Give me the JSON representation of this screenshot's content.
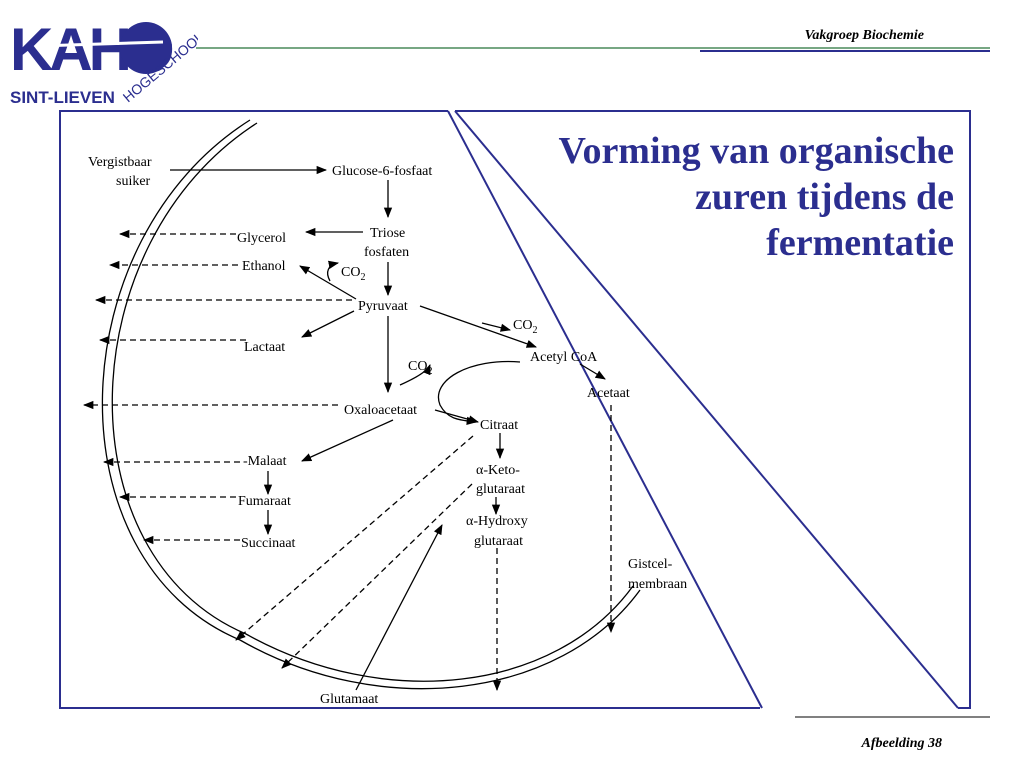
{
  "header": {
    "logo_top": "KAHO",
    "logo_name": "SINT-LIEVEN",
    "logo_school": "HOGESCHOOL",
    "department": "Vakgroep Biochemie"
  },
  "slide": {
    "title_line1": "Vorming van organische",
    "title_line2": "zuren tijdens de",
    "title_line3": "fermentatie",
    "caption": "Afbeelding  38"
  },
  "diagram": {
    "vergistbaar": "Vergistbaar",
    "suiker": "suiker",
    "glucose6p": "Glucose-6-fosfaat",
    "triose": "Triose",
    "fosfaten": "fosfaten",
    "glycerol": "Glycerol",
    "ethanol": "Ethanol",
    "pyruvaat": "Pyruvaat",
    "lactaat": "Lactaat",
    "co2_main": "CO",
    "co2_sub": "2",
    "acetylcoa": "Acetyl CoA",
    "acetaat": "Acetaat",
    "oxaloacetaat": "Oxaloacetaat",
    "citraat": "Citraat",
    "malaat": "-Malaat",
    "fumaraat": "Fumaraat",
    "succinaat": "Succinaat",
    "ketoglutaraat_1": "α-Keto-",
    "ketoglutaraat_2": "glutaraat",
    "hydroxy_1": "α-Hydroxy",
    "hydroxy_2": "glutaraat",
    "gistcel_1": "Gistcel-",
    "gistcel_2": "membraan",
    "glutamaat": "Glutamaat"
  }
}
